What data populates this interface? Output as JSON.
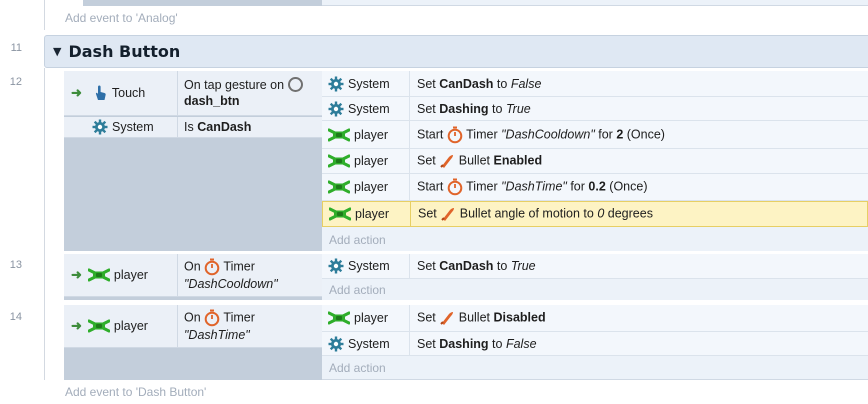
{
  "top_add_event": "Add event to 'Analog'",
  "bottom_add_event": "Add event to 'Dash Button'",
  "group": {
    "line": "11",
    "title": "Dash Button"
  },
  "events": [
    {
      "line": "12",
      "conditions": [
        {
          "object": "Touch",
          "pre": "On tap gesture on",
          "bold": "dash_btn"
        },
        {
          "object": "System",
          "pre": "Is",
          "bold": "CanDash"
        }
      ],
      "actions": [
        {
          "object": "System",
          "a": "Set",
          "b": "CanDash",
          "c": "to",
          "d": "False"
        },
        {
          "object": "System",
          "a": "Set",
          "b": "Dashing",
          "c": "to",
          "d": "True"
        },
        {
          "object": "player",
          "a": "Start",
          "b": "Timer",
          "c": "\"DashCooldown\"",
          "d": "for",
          "e": "2",
          "f": "(Once)"
        },
        {
          "object": "player",
          "a": "Set",
          "b": "Bullet",
          "c": "Enabled"
        },
        {
          "object": "player",
          "a": "Start",
          "b": "Timer",
          "c": "\"DashTime\"",
          "d": "for",
          "e": "0.2",
          "f": "(Once)"
        },
        {
          "object": "player",
          "a": "Set",
          "b": "Bullet angle of motion to",
          "c": "0",
          "d": "degrees"
        }
      ],
      "add_action": "Add action"
    },
    {
      "line": "13",
      "conditions": [
        {
          "object": "player",
          "l1a": "On",
          "l1b": "Timer",
          "l2": "\"DashCooldown\""
        }
      ],
      "actions": [
        {
          "object": "System",
          "a": "Set",
          "b": "CanDash",
          "c": "to",
          "d": "True"
        }
      ],
      "add_action": "Add action"
    },
    {
      "line": "14",
      "conditions": [
        {
          "object": "player",
          "l1a": "On",
          "l1b": "Timer",
          "l2": "\"DashTime\""
        }
      ],
      "actions": [
        {
          "object": "player",
          "a": "Set",
          "b": "Bullet",
          "c": "Disabled"
        },
        {
          "object": "System",
          "a": "Set",
          "b": "Dashing",
          "c": "to",
          "d": "False"
        }
      ],
      "add_action": "Add action"
    }
  ],
  "colors": {
    "selected_row": "#fdf3c4",
    "group_header": "#dfe8f3",
    "timer_icon": "#e0642a",
    "bullet_icon": "#e0642a",
    "system_icon": "#2e7d9a",
    "player_icon": "#2fae2b"
  },
  "icons": [
    "touch-icon",
    "gear-icon",
    "player-sprite-icon",
    "stopwatch-icon",
    "bullet-icon",
    "expand-triangle-icon",
    "trigger-arrow-icon",
    "invert-circle-icon"
  ]
}
